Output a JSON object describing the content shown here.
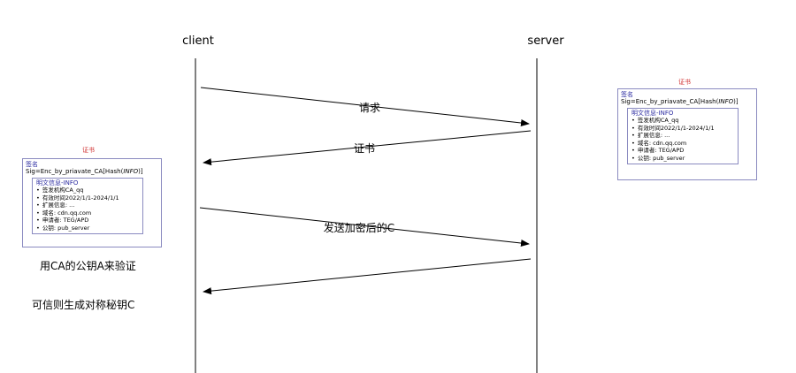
{
  "lanes": {
    "client": "client",
    "server": "server"
  },
  "messages": [
    {
      "label": "请求",
      "direction": "client-to-server"
    },
    {
      "label": "证书",
      "direction": "server-to-client"
    },
    {
      "label": "发送加密后的C",
      "direction": "client-to-server"
    },
    {
      "label": "",
      "direction": "server-to-client"
    }
  ],
  "client_notes": [
    "用CA的公钥A来验证",
    "可信则生成对称秘钥C"
  ],
  "certificate": {
    "title": "证书",
    "sig_label": "签名",
    "sig_formula_prefix": "Sig=Enc_by_priavate_CA[Hash(",
    "sig_formula_info": "INFO",
    "sig_formula_suffix": ")]",
    "info_title": "明文信息-INFO",
    "info_items": [
      "签发机构CA_qq",
      "有效时间2022/1/1-2024/1/1",
      "扩展信息: ...",
      "域名: cdn.qq.com",
      "申请者: TEG/APD",
      "公钥: pub_server"
    ]
  },
  "colors": {
    "line": "#000000",
    "box_border": "#8a8ac0",
    "cert_title": "#d03030",
    "accent_text": "#2a2aa0"
  }
}
